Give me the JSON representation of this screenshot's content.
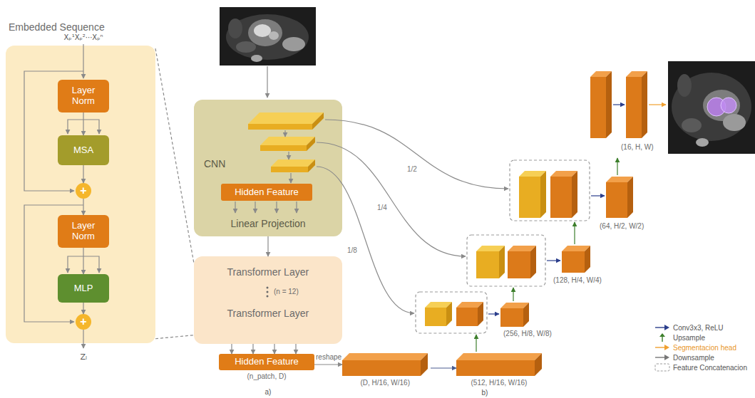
{
  "diagram": {
    "nodes": [
      {
        "text": [
          "Embedded Sequence"
        ]
      },
      {
        "text": [
          "Layer Norm"
        ],
        "in": 0
      },
      {
        "text": [
          "MSA"
        ],
        "in": 0
      },
      {
        "text": [
          "+"
        ],
        "in": 0
      },
      {
        "text": [
          "Layer Norm"
        ],
        "in": 0
      },
      {
        "text": [
          "MLP"
        ],
        "in": 0
      },
      {
        "text": [
          "+"
        ],
        "in": 0
      },
      {
        "text": [
          "CNN",
          "Linear Projection"
        ]
      },
      {
        "text": [
          "Hidden Feature"
        ],
        "in": 7
      },
      {
        "text": [
          "Transformer Layer",
          "(n = 12)",
          "Transformer Layer"
        ]
      },
      {
        "text": [
          "Hidden Feature",
          "(n_patch, D)"
        ]
      },
      {
        "text": [
          "(D, H/16, W/16)"
        ]
      },
      {
        "text": [
          "(512, H/16, W/16)"
        ]
      }
    ],
    "edges": [
      {
        "from": 1,
        "to": 2,
        "arrow": "to"
      },
      {
        "from": 2,
        "to": 3,
        "arrow": "to"
      },
      {
        "from": 3,
        "to": 4,
        "arrow": "to"
      },
      {
        "from": 4,
        "to": 5,
        "arrow": "to"
      },
      {
        "from": 5,
        "to": 6,
        "arrow": "to"
      },
      {
        "from": 7,
        "to": 9,
        "arrow": "to"
      },
      {
        "from": 9,
        "to": 10,
        "arrow": "to"
      },
      {
        "from": 9,
        "to": 10,
        "arrow": "to"
      },
      {
        "from": 9,
        "to": 10,
        "arrow": "to"
      },
      {
        "from": 9,
        "to": 10,
        "arrow": "to"
      },
      {
        "from": 10,
        "to": 11,
        "label": "reshape",
        "arrow": "to"
      },
      {
        "from": 11,
        "to": 12,
        "arrow": "to"
      },
      {
        "from": 0,
        "to": 9,
        "arrow": "none"
      },
      {
        "from": 0,
        "to": 9,
        "arrow": "none"
      }
    ],
    "labels": [
      "Xₚ¹Xₚ²···Xₚⁿ",
      "Zₗ",
      "1/2",
      "1/4",
      "1/8",
      "(256, H/8, W/8)",
      "(128, H/4, W/4)",
      "(64, H/2, W/2)",
      "(16, H, W)",
      "a)",
      "b)"
    ],
    "legend": [
      {
        "text": "Conv3x3, ReLU"
      },
      {
        "text": "Upsample"
      },
      {
        "text": "Segmentacion head"
      },
      {
        "text": "Downsample"
      },
      {
        "text": "Feature Concatenacion"
      }
    ]
  }
}
